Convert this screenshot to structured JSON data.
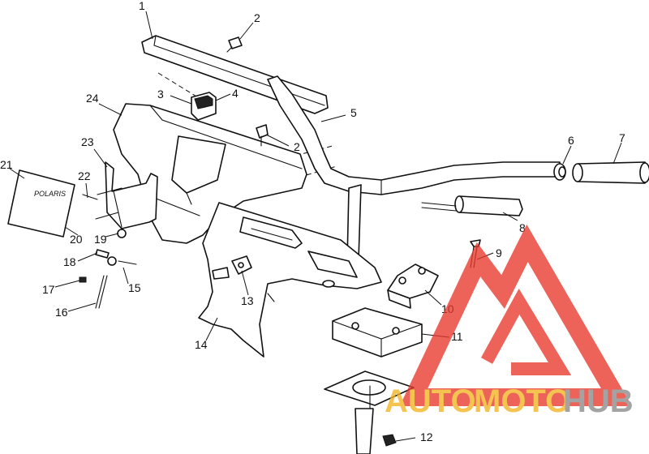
{
  "diagram": {
    "callouts": [
      "1",
      "2",
      "2",
      "3",
      "4",
      "5",
      "6",
      "7",
      "8",
      "9",
      "10",
      "11",
      "12",
      "13",
      "14",
      "15",
      "16",
      "17",
      "18",
      "19",
      "20",
      "21",
      "22",
      "23",
      "24"
    ],
    "decal_text": "POLARIS"
  },
  "watermark": {
    "brand_auto": "AUTO",
    "brand_moto": "MOTO",
    "brand_hub": "HUB",
    "colors": {
      "red": "#e8382b",
      "gold": "#f2b320",
      "gray": "#8a8a8a"
    }
  }
}
